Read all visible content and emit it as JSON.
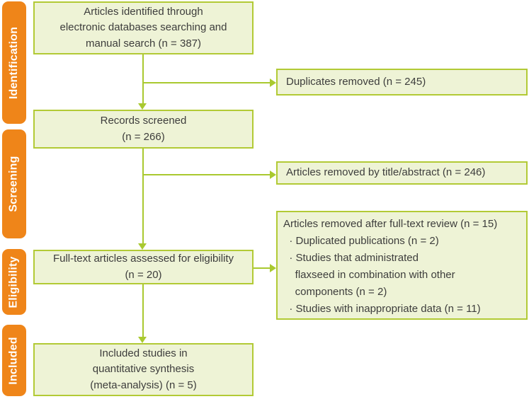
{
  "diagram": {
    "type": "prisma-flow",
    "stages": [
      {
        "label": "Identification"
      },
      {
        "label": "Screening"
      },
      {
        "label": "Eligibility"
      },
      {
        "label": "Included"
      }
    ],
    "boxes": {
      "identified": {
        "text": "Articles identified through\nelectronic databases searching and\nmanual search (n = 387)",
        "n": 387
      },
      "duplicates_removed": {
        "text": "Duplicates removed (n = 245)",
        "n": 245
      },
      "records_screened": {
        "text": "Records screened\n(n = 266)",
        "n": 266
      },
      "removed_title_abstract": {
        "text": "Articles removed by title/abstract (n = 246)",
        "n": 246
      },
      "fulltext_assessed": {
        "text": "Full-text articles assessed for eligibility\n(n = 20)",
        "n": 20
      },
      "removed_fulltext": {
        "text": "Articles removed after full-text review (n = 15)\n  · Duplicated publications (n = 2)\n  · Studies that administrated\n    flaxseed in combination with other\n    components (n = 2)\n  · Studies with inappropriate data (n = 11)",
        "n": 15
      },
      "included_studies": {
        "text": "Included studies in\nquantitative synthesis\n(meta-analysis) (n = 5)",
        "n": 5
      }
    },
    "colors": {
      "stage_label_bg": "#ef8519",
      "box_fill": "#eef3d6",
      "box_border": "#b2ca35",
      "connector": "#a9c92f",
      "text": "#3d3d3c",
      "stage_label_text": "#ffffff"
    }
  }
}
